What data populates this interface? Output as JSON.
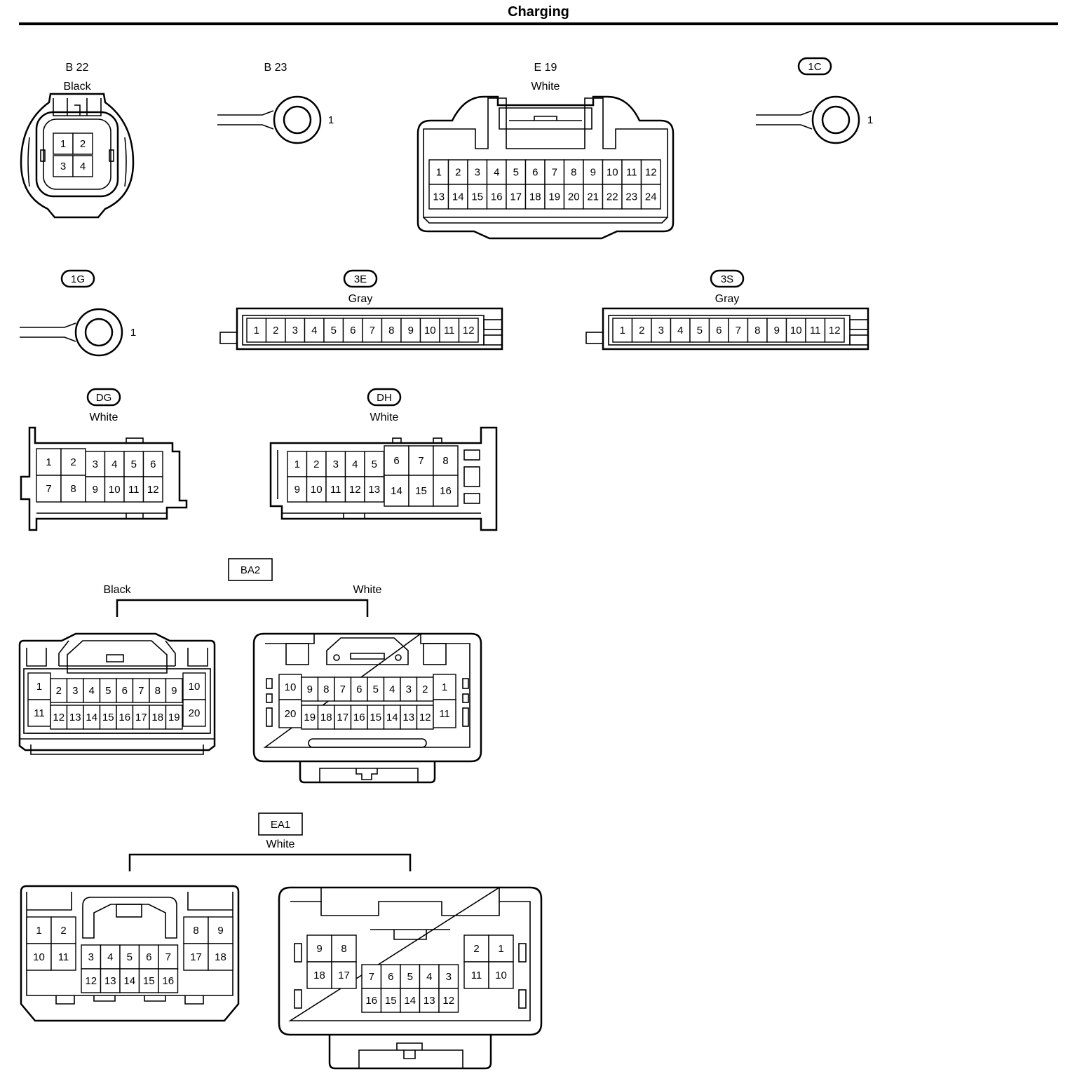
{
  "page_title": "Charging",
  "connectors": {
    "b22": {
      "code": "B 22",
      "color": "Black",
      "pins": [
        "1",
        "2",
        "3",
        "4"
      ]
    },
    "b23": {
      "code": "B 23",
      "pins": [
        "1"
      ]
    },
    "e19": {
      "code": "E 19",
      "color": "White",
      "pins": [
        "1",
        "2",
        "3",
        "4",
        "5",
        "6",
        "7",
        "8",
        "9",
        "10",
        "11",
        "12",
        "13",
        "14",
        "15",
        "16",
        "17",
        "18",
        "19",
        "20",
        "21",
        "22",
        "23",
        "24"
      ]
    },
    "c1c": {
      "code": "1C",
      "pins": [
        "1"
      ]
    },
    "c1g": {
      "code": "1G",
      "pins": [
        "1"
      ]
    },
    "c3e": {
      "code": "3E",
      "color": "Gray",
      "pins": [
        "1",
        "2",
        "3",
        "4",
        "5",
        "6",
        "7",
        "8",
        "9",
        "10",
        "11",
        "12"
      ]
    },
    "c3s": {
      "code": "3S",
      "color": "Gray",
      "pins": [
        "1",
        "2",
        "3",
        "4",
        "5",
        "6",
        "7",
        "8",
        "9",
        "10",
        "11",
        "12"
      ]
    },
    "dg": {
      "code": "DG",
      "color": "White",
      "pins": [
        "1",
        "2",
        "3",
        "4",
        "5",
        "6",
        "7",
        "8",
        "9",
        "10",
        "11",
        "12"
      ]
    },
    "dh": {
      "code": "DH",
      "color": "White",
      "pins": [
        "1",
        "2",
        "3",
        "4",
        "5",
        "6",
        "7",
        "8",
        "9",
        "10",
        "11",
        "12",
        "13",
        "14",
        "15",
        "16"
      ]
    },
    "ba2": {
      "code": "BA2",
      "left_color": "Black",
      "right_color": "White",
      "left_pins": [
        "1",
        "2",
        "3",
        "4",
        "5",
        "6",
        "7",
        "8",
        "9",
        "10",
        "11",
        "12",
        "13",
        "14",
        "15",
        "16",
        "17",
        "18",
        "19",
        "20"
      ],
      "right_pins": [
        "1",
        "2",
        "3",
        "4",
        "5",
        "6",
        "7",
        "8",
        "9",
        "10",
        "11",
        "12",
        "13",
        "14",
        "15",
        "16",
        "17",
        "18",
        "19",
        "20"
      ]
    },
    "ea1": {
      "code": "EA1",
      "color": "White",
      "left_pins": [
        "1",
        "2",
        "3",
        "4",
        "5",
        "6",
        "7",
        "8",
        "9",
        "10",
        "11",
        "12",
        "13",
        "14",
        "15",
        "16",
        "17",
        "18"
      ],
      "right_pins": [
        "1",
        "2",
        "3",
        "4",
        "5",
        "6",
        "7",
        "8",
        "9",
        "10",
        "11",
        "12",
        "13",
        "14",
        "15",
        "16",
        "17",
        "18"
      ]
    }
  }
}
